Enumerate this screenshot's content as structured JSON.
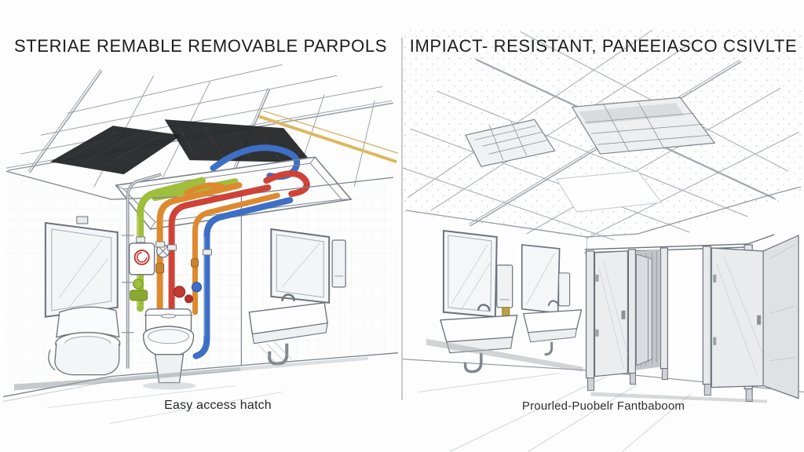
{
  "panels": {
    "left": {
      "title": "STERIAE REMABLE REMOVABLE PARPOLS",
      "caption": "Easy access hatch"
    },
    "right": {
      "title": "IMPIACT- RESISTANT, PANEEIASCO CSIVLTE",
      "caption": "Prourled-Puobelr Fantbaboom"
    }
  },
  "palette": {
    "pipe_green": "#9fbe3c",
    "pipe_orange": "#dd8a2f",
    "pipe_red": "#cf4237",
    "pipe_blue": "#3d6fc6",
    "pipe_yellow": "#ddb85e",
    "hatch_dark": "#202124",
    "valve_red": "#c43b33",
    "title_ink": "#1b1c1e",
    "caption_ink": "#26272a",
    "sketch_ink": "#6d727a",
    "divider": "#c8c9cb"
  }
}
